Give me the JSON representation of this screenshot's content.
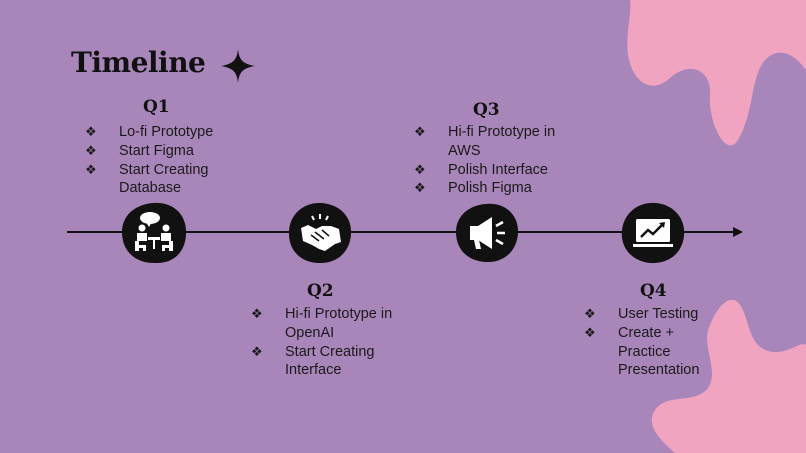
{
  "title": "Timeline",
  "bullet": "❖",
  "colors": {
    "background": "#a986ba",
    "accent_pink": "#f0a4c0",
    "ink": "#111111"
  },
  "quarters": [
    {
      "label": "Q1",
      "icon": "meeting-icon",
      "items": [
        "Lo-fi Prototype",
        "Start Figma",
        "Start Creating Database"
      ]
    },
    {
      "label": "Q2",
      "icon": "handshake-icon",
      "items": [
        "Hi-fi Prototype in OpenAI",
        "Start Creating Interface"
      ]
    },
    {
      "label": "Q3",
      "icon": "megaphone-icon",
      "items": [
        "Hi-fi Prototype in AWS",
        "Polish Interface",
        "Polish Figma"
      ]
    },
    {
      "label": "Q4",
      "icon": "chart-monitor-icon",
      "items": [
        "User Testing",
        "Create + Practice Presentation"
      ]
    }
  ]
}
